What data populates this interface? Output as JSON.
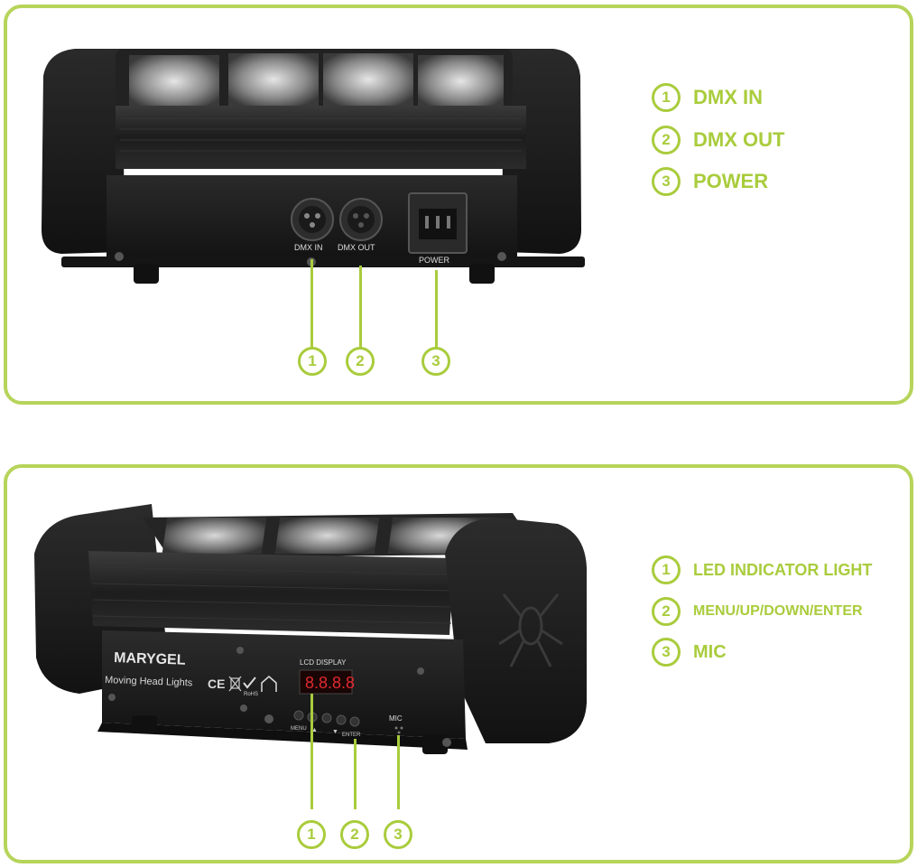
{
  "top_panel": {
    "legend": [
      {
        "num": "1",
        "label": "DMX IN"
      },
      {
        "num": "2",
        "label": "DMX OUT"
      },
      {
        "num": "3",
        "label": "POWER"
      }
    ],
    "device_labels": {
      "dmx_in": "DMX IN",
      "dmx_out": "DMX OUT",
      "power": "POWER"
    },
    "callouts": [
      "1",
      "2",
      "3"
    ]
  },
  "bottom_panel": {
    "legend": [
      {
        "num": "1",
        "label": "LED INDICATOR LIGHT"
      },
      {
        "num": "2",
        "label": "MENU/UP/DOWN/ENTER"
      },
      {
        "num": "3",
        "label": "MIC"
      }
    ],
    "device_labels": {
      "brand": "MARYGEL",
      "subtitle": "Moving Head Lights",
      "ce": "CE",
      "rohs": "RoHS",
      "lcd": "LCD DISPLAY",
      "display": "8.8.8.8",
      "menu": "MENU",
      "enter": "ENTER",
      "mic": "MIC"
    },
    "callouts": [
      "1",
      "2",
      "3"
    ]
  },
  "colors": {
    "accent": "#a9cc3c",
    "border": "#b6d45a",
    "device": "#1b1b1b",
    "display": "#e0292f"
  }
}
